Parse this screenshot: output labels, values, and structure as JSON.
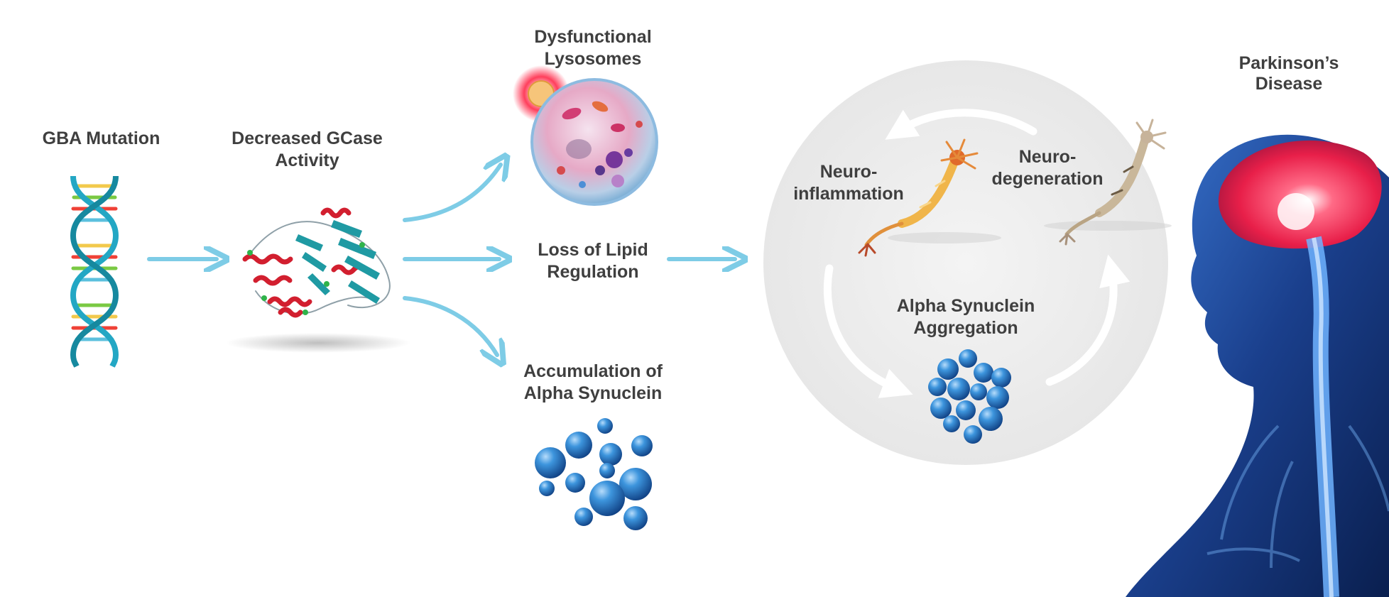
{
  "nodes": {
    "gba_mutation": {
      "lines": [
        "GBA Mutation"
      ],
      "icon": "dna-helix-icon"
    },
    "decreased_gcase": {
      "lines": [
        "Decreased GCase",
        "Activity"
      ],
      "icon": "protein-structure-icon"
    },
    "dysfunctional_lysosomes": {
      "lines": [
        "Dysfunctional",
        "Lysosomes"
      ],
      "icon": "lysosome-icon"
    },
    "loss_lipid": {
      "lines": [
        "Loss of Lipid",
        "Regulation"
      ]
    },
    "accumulation": {
      "lines": [
        "Accumulation of",
        "Alpha Synuclein"
      ],
      "icon": "protein-cluster-icon"
    },
    "neuroinflammation": {
      "lines": [
        "Neuro-",
        "inflammation"
      ],
      "icon": "inflamed-neuron-icon"
    },
    "neurodegeneration": {
      "lines": [
        "Neuro-",
        "degeneration"
      ],
      "icon": "degenerating-neuron-icon"
    },
    "aggregation": {
      "lines": [
        "Alpha Synuclein",
        "Aggregation"
      ],
      "icon": "aggregate-cluster-icon"
    },
    "parkinsons": {
      "lines": [
        "Parkinson’s",
        "Disease"
      ],
      "icon": "human-head-brain-icon"
    }
  },
  "colors": {
    "arrow": "#7ecce6",
    "text": "#3f3f3f",
    "cycle_bg": "#ececec",
    "cycle_arrow": "#ffffff",
    "sphere": "#2a7fc7",
    "brain_glow": "#ff2a4a",
    "body_blue": "#1d4d9c"
  }
}
